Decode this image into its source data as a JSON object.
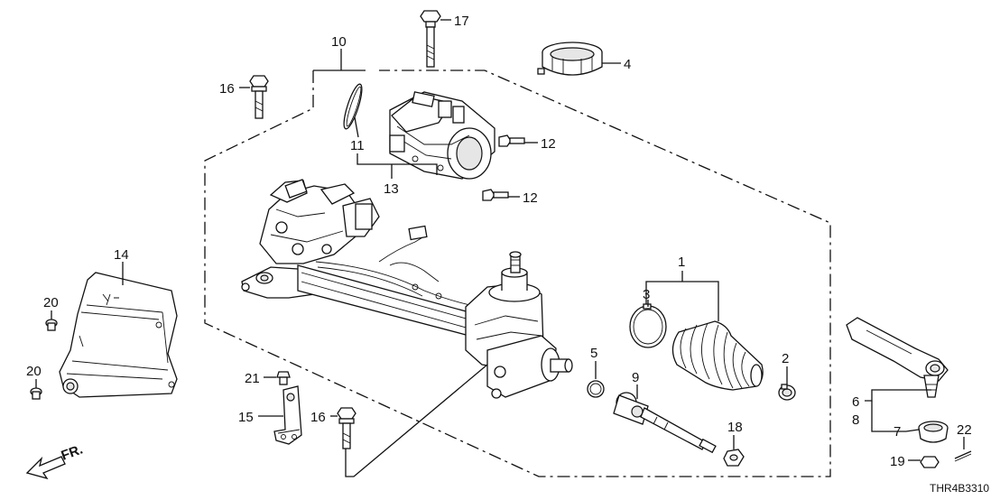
{
  "diagram": {
    "code": "THR4B3310",
    "direction_label": "FR.",
    "callouts": [
      "1",
      "2",
      "3",
      "4",
      "5",
      "6",
      "7",
      "8",
      "9",
      "10",
      "11",
      "12",
      "13",
      "14",
      "15",
      "16",
      "17",
      "18",
      "19",
      "20",
      "21",
      "22"
    ],
    "parts": [
      {
        "id": "rack-assembly"
      },
      {
        "id": "eps-motor-unit"
      },
      {
        "id": "bellows-boot"
      },
      {
        "id": "tie-rod-end"
      },
      {
        "id": "tie-rod"
      },
      {
        "id": "heat-shield"
      },
      {
        "id": "mount-bracket"
      }
    ]
  }
}
